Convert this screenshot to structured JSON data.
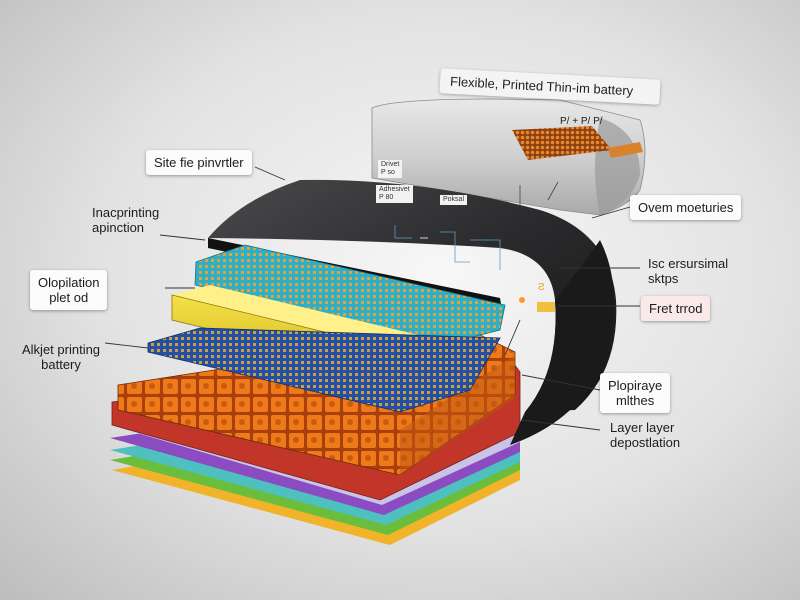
{
  "title": "Flexible, Printed Thin-im battery",
  "callouts": {
    "top_left": "Site fie pinvrtler",
    "inacprinting": "Inacprinting\napinction",
    "olopilation": "Olopilation\nplet od",
    "alkjet": "Alkjet printing\nbattery",
    "ovem": "Ovem moeturies",
    "isc": "Isc ersursimal\nsktps",
    "fret": "Fret trrod",
    "plopiraye": "Plopiraye\nmlthes",
    "layer": "Layer layer\ndepostlation"
  },
  "inset_labels": {
    "drivet": "Drivet\nP so",
    "adhesivet": "Adhesivet\nP 80",
    "poksal": "Poksal",
    "pe_marks": "P/  + P/   P/",
    "small_a": "Ƨ"
  },
  "colors": {
    "dark_shell": "#2a2a2c",
    "cyan_layer": "#27a9c8",
    "yellow_bar": "#e8d21a",
    "blue_grid": "#2b5fbf",
    "orange_cells": "#f07a1a",
    "red_base": "#c2362a",
    "purple_stripe": "#8a4cc0",
    "green_stripe": "#6abe3c",
    "teal_stripe": "#4ec0c0",
    "gold_stripe": "#f0b32a"
  }
}
